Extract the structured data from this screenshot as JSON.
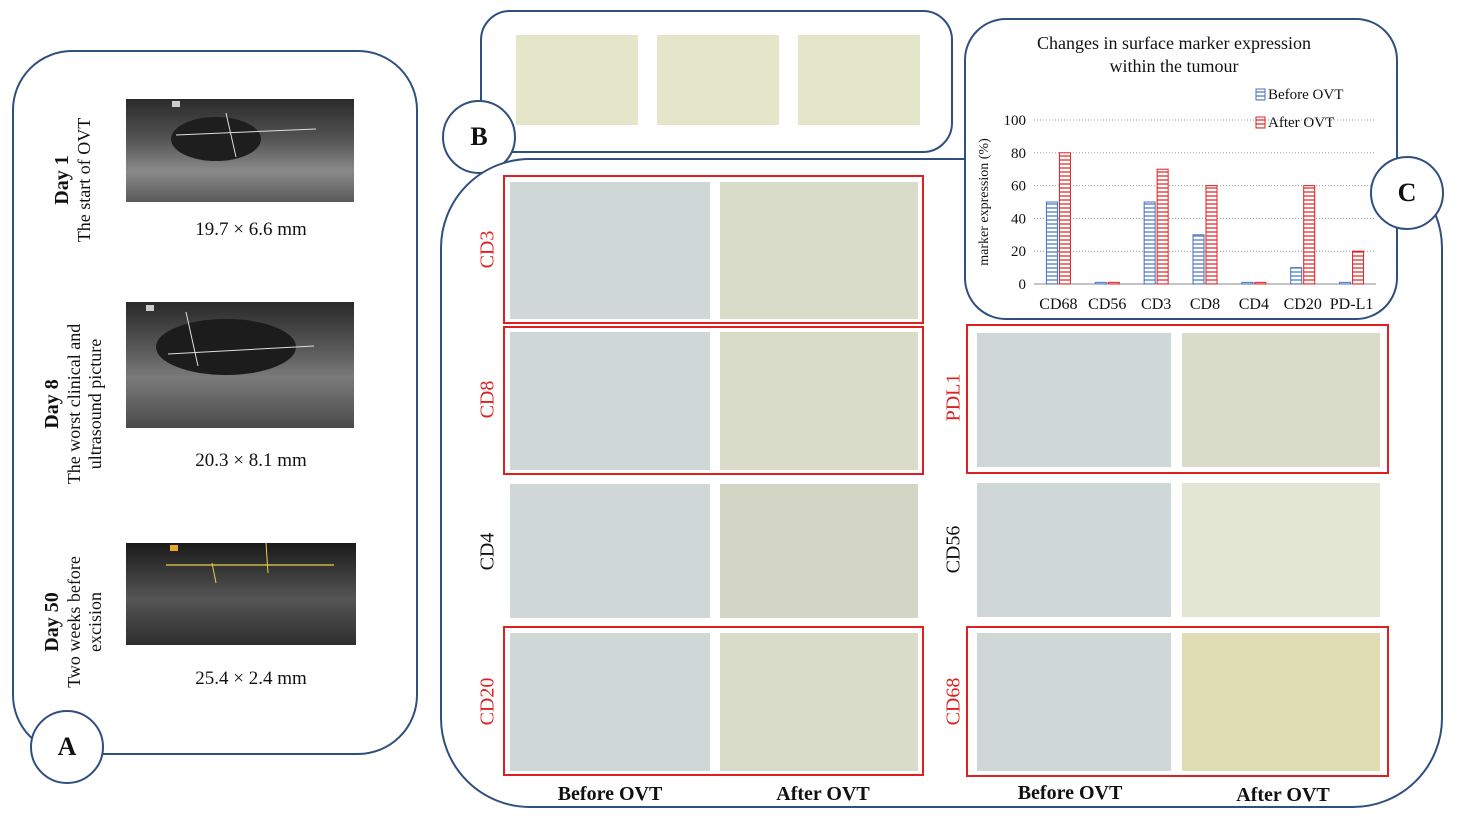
{
  "panel_a": {
    "badge": "A",
    "days": [
      {
        "title": "Day 1",
        "subtitle_lines": [
          "The start of OVT"
        ],
        "measure": "19.7 × 6.6 mm"
      },
      {
        "title": "Day 8",
        "subtitle_lines": [
          "The worst clinical and",
          "ultrasound picture"
        ],
        "measure": "20.3 × 8.1 mm"
      },
      {
        "title": "Day 50",
        "subtitle_lines": [
          "Two weeks before",
          "excision"
        ],
        "measure": "25.4 × 2.4 mm"
      }
    ]
  },
  "panel_b": {
    "badge": "B"
  },
  "panel_c": {
    "badge": "C",
    "markers": {
      "cd3": "CD3",
      "cd8": "CD8",
      "cd4": "CD4",
      "cd20": "CD20",
      "pdl1": "PDL1",
      "cd56": "CD56",
      "cd68": "CD68"
    },
    "bottom_labels": [
      "Before OVT",
      "After OVT",
      "Before OVT",
      "After OVT"
    ]
  },
  "chart_data": {
    "type": "bar",
    "title": "Changes in surface marker expression within the tumour",
    "title_lines": [
      "Changes in surface marker expression",
      "within the tumour"
    ],
    "ylabel": "marker expression (%)",
    "xlabel": "",
    "ylim": [
      0,
      100
    ],
    "yticks": [
      "0",
      "20",
      "40",
      "60",
      "80",
      "100"
    ],
    "categories": [
      "CD68",
      "CD56",
      "CD3",
      "CD8",
      "CD4",
      "CD20",
      "PD-L1"
    ],
    "series": [
      {
        "name": "Before OVT",
        "values": [
          50,
          1,
          50,
          30,
          1,
          10,
          1
        ],
        "color": "#4472c4"
      },
      {
        "name": "After OVT",
        "values": [
          80,
          1,
          70,
          60,
          1,
          60,
          20
        ],
        "color": "#e02020"
      }
    ],
    "grid": true,
    "legend": "top-right"
  }
}
